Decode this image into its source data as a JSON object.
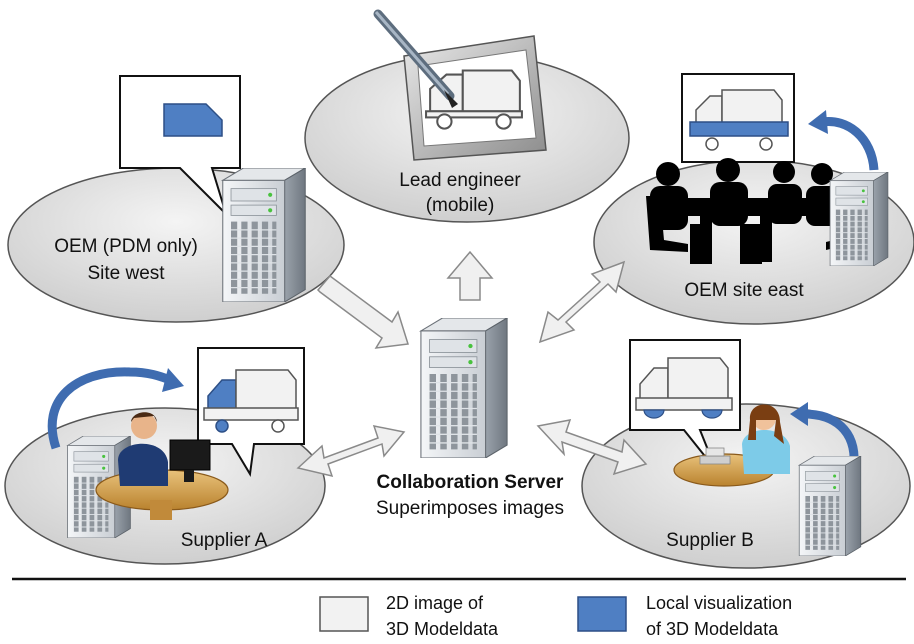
{
  "nodes": {
    "lead": {
      "line1": "Lead engineer",
      "line2": "(mobile)"
    },
    "oem_west": {
      "line1": "OEM (PDM only)",
      "line2": "Site west"
    },
    "oem_east": {
      "line1": "OEM site east"
    },
    "supplier_a": {
      "line1": "Supplier A"
    },
    "supplier_b": {
      "line1": "Supplier B"
    }
  },
  "server": {
    "title": "Collaboration Server",
    "subtitle": "Superimposes images"
  },
  "legend": {
    "gray_line1": "2D image of",
    "gray_line2": "3D Modeldata",
    "blue_line1": "Local visualization",
    "blue_line2": "of 3D Modeldata"
  },
  "colors": {
    "ellipse_fill": "#dcdcdc",
    "ellipse_stroke": "#555555",
    "model_blue": "#4f7fc3",
    "model_blue_stroke": "#2d4f86",
    "image_gray": "#f2f2f2",
    "arrow_fill": "#f0f0f0",
    "arrow_stroke": "#8a8a8a",
    "text": "#111111"
  }
}
